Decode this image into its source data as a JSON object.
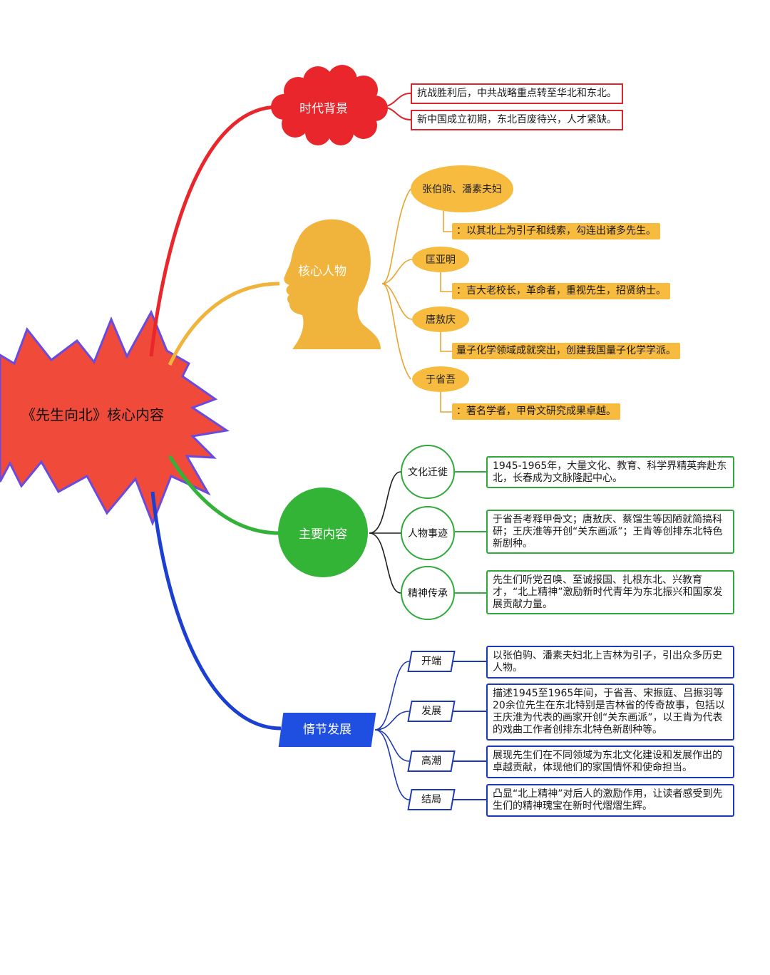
{
  "center": {
    "title": "《先生向北》核心内容"
  },
  "background": {
    "title": "时代背景",
    "items": [
      "抗战胜利后，中共战略重点转至华北和东北。",
      "新中国成立初期，东北百废待兴，人才紧缺。"
    ]
  },
  "people": {
    "title": "核心人物",
    "items": [
      {
        "name": "张伯驹、潘素夫妇",
        "desc": "：以其北上为引子和线索，勾连出诸多先生。"
      },
      {
        "name": "匡亚明",
        "desc": "：吉大老校长，革命者，重视先生，招贤纳士。"
      },
      {
        "name": "唐敖庆",
        "desc": "量子化学领域成就突出，创建我国量子化学学派。"
      },
      {
        "name": "于省吾",
        "desc": "：著名学者，甲骨文研究成果卓越。"
      }
    ]
  },
  "content": {
    "title": "主要内容",
    "items": [
      {
        "name": "文化迁徙",
        "desc": "1945-1965年，大量文化、教育、科学界精英奔赴东北，长春成为文脉隆起中心。"
      },
      {
        "name": "人物事迹",
        "desc": "于省吾考释甲骨文；唐敖庆、蔡馏生等因陋就简搞科研；王庆淮等开创“关东画派”；王肯等创排东北特色新剧种。"
      },
      {
        "name": "精神传承",
        "desc": "先生们听党召唤、至诚报国、扎根东北、兴教育才，“北上精神”激励新时代青年为东北振兴和国家发展贡献力量。"
      }
    ]
  },
  "plot": {
    "title": "情节发展",
    "items": [
      {
        "name": "开端",
        "desc": "以张伯驹、潘素夫妇北上吉林为引子，引出众多历史人物。"
      },
      {
        "name": "发展",
        "desc": "描述1945至1965年间，于省吾、宋振庭、吕振羽等20余位先生在东北特别是吉林省的传奇故事，包括以王庆淮为代表的画家开创“关东画派”，以王肯为代表的戏曲工作者创排东北特色新剧种等。"
      },
      {
        "name": "高潮",
        "desc": "展现先生们在不同领域为东北文化建设和发展作出的卓越贡献，体现他们的家国情怀和使命担当。"
      },
      {
        "name": "结局",
        "desc": "凸显“北上精神”对后人的激励作用，让读者感受到先生们的精神瑰宝在新时代熠熠生辉。"
      }
    ]
  },
  "colors": {
    "red": "#e8262b",
    "orange": "#f0b43c",
    "green": "#33b23a",
    "blue": "#1b3fd0",
    "burst": "#f04a3a",
    "burst_edge": "#5a3ad8"
  }
}
